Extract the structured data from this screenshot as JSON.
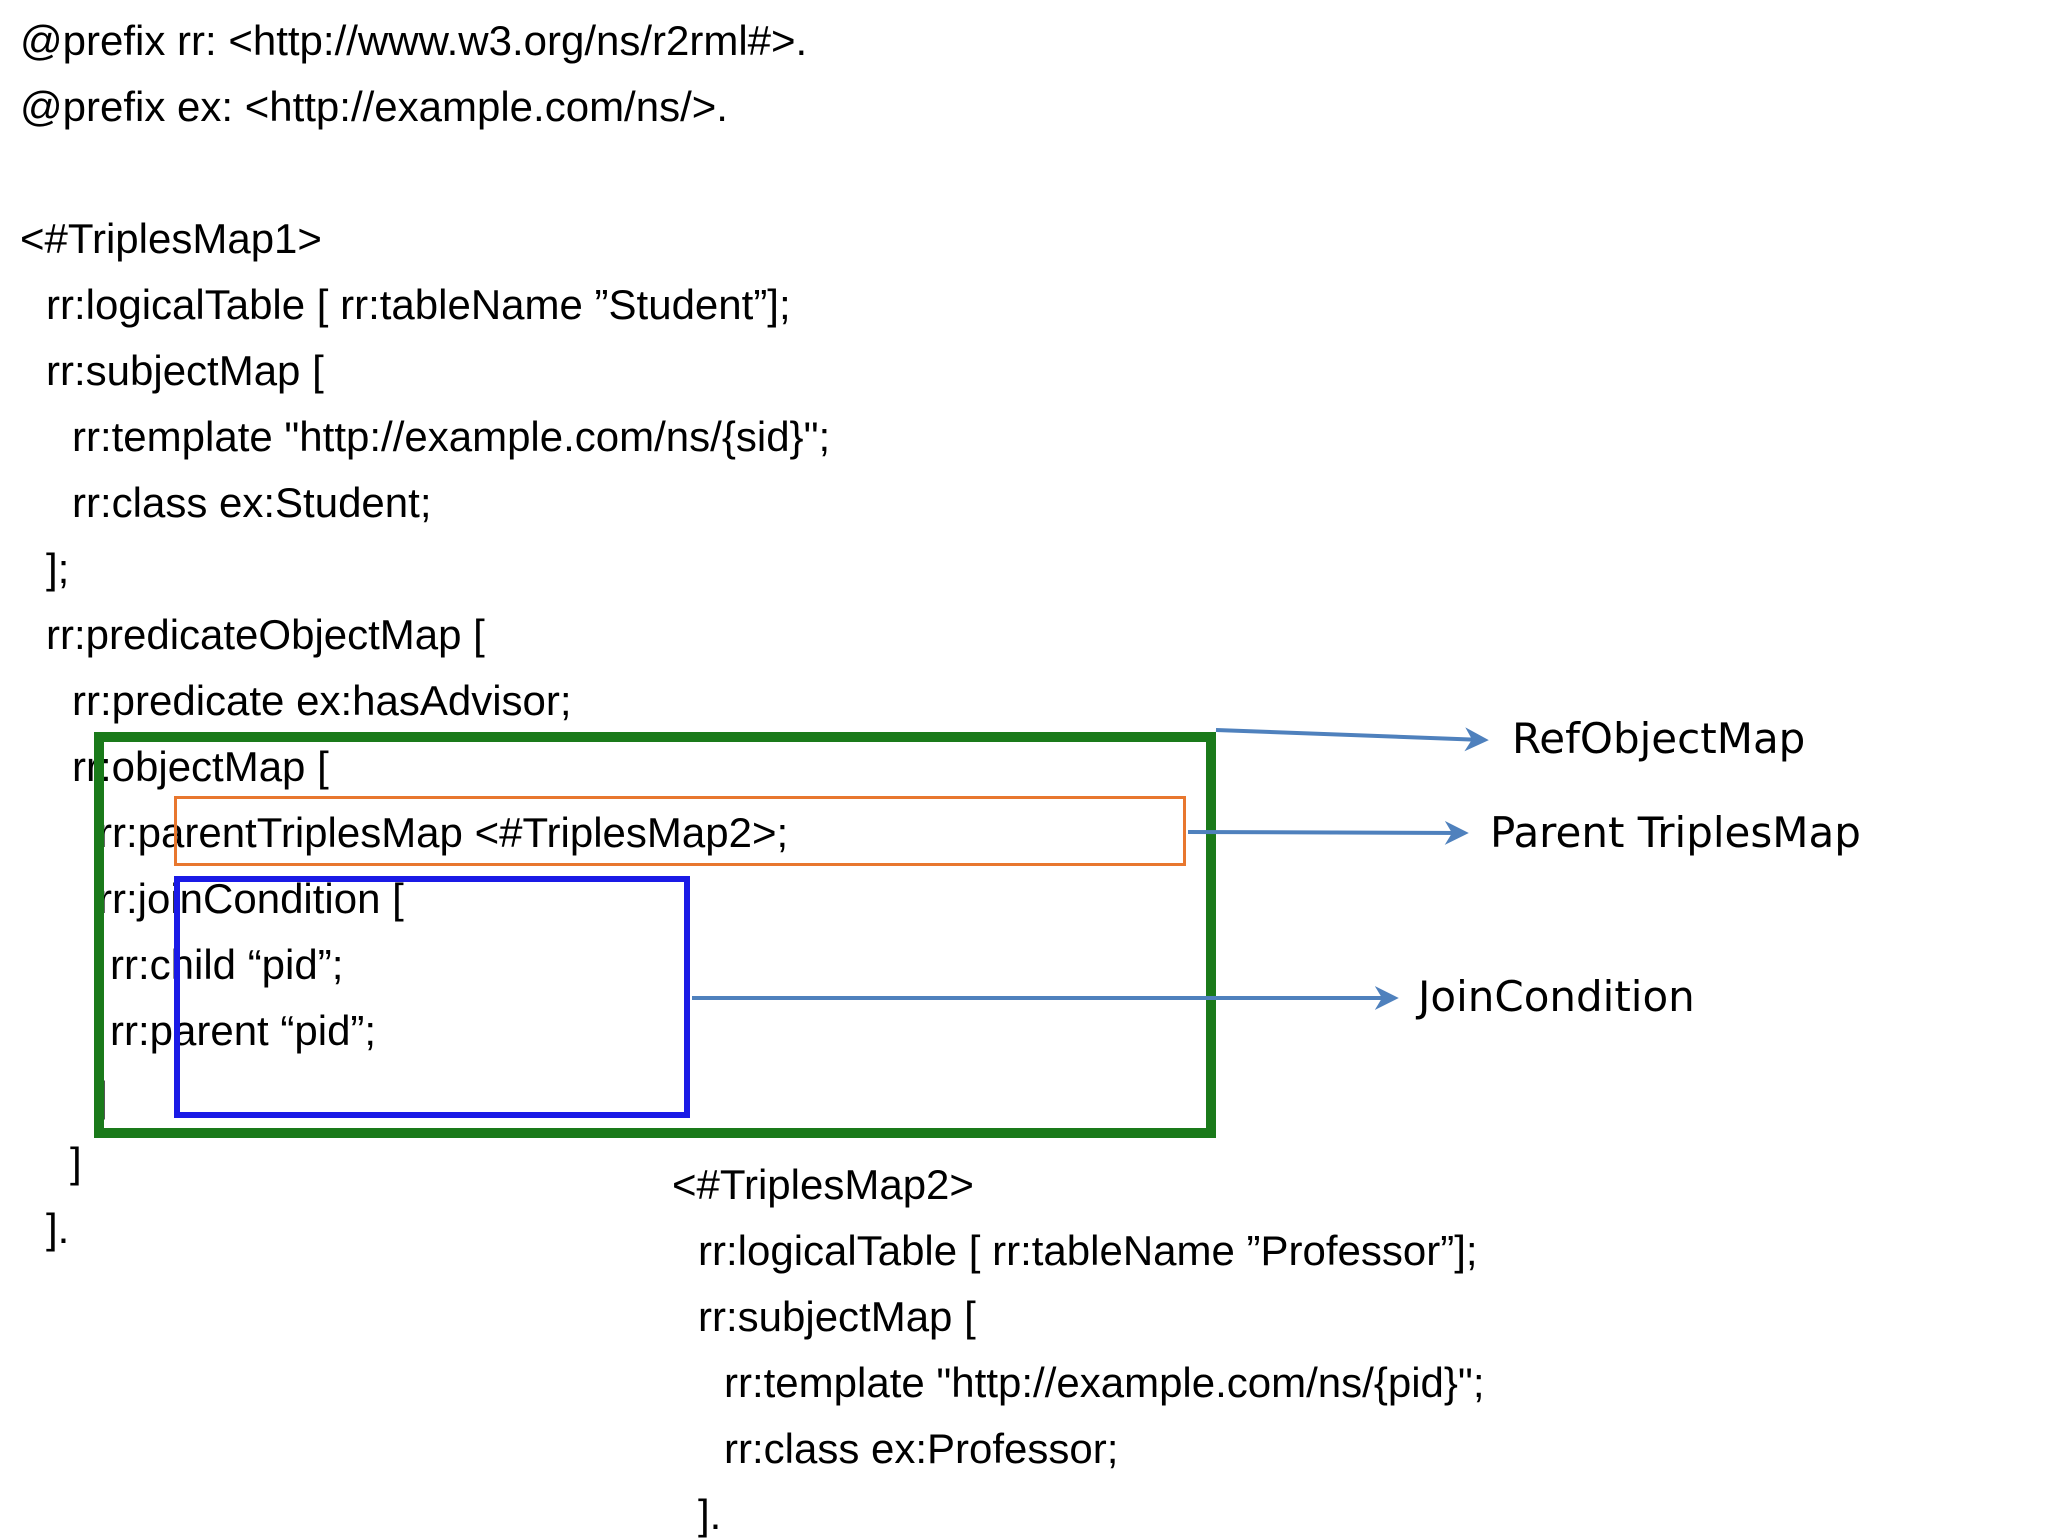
{
  "code_block_1": {
    "lines": [
      "@prefix rr: <http://www.w3.org/ns/r2rml#>.",
      "@prefix ex: <http://example.com/ns/>.",
      "<#TriplesMap1>",
      "rr:logicalTable [ rr:tableName ”Student”];",
      "rr:subjectMap [",
      "rr:template \"http://example.com/ns/{sid}\";",
      "rr:class ex:Student;",
      "];",
      "rr:predicateObjectMap [",
      "rr:predicate ex:hasAdvisor;",
      "rr:objectMap [",
      "rr:parentTriplesMap <#TriplesMap2>;",
      "rr:joinCondition [",
      "rr:child “pid”;",
      "rr:parent “pid”;",
      "]",
      "]",
      "]."
    ]
  },
  "code_block_2": {
    "lines": [
      "<#TriplesMap2>",
      "rr:logicalTable [ rr:tableName ”Professor”];",
      "rr:subjectMap [",
      "rr:template \"http://example.com/ns/{pid}\";",
      "rr:class ex:Professor;",
      "]."
    ]
  },
  "annotations": {
    "ref_object_map": "RefObjectMap",
    "parent_triples_map": "Parent TriplesMap",
    "join_condition": "JoinCondition"
  },
  "colors": {
    "ref_object_map_box": "#1a7a1a",
    "parent_triples_map_box": "#e8772e",
    "join_condition_box": "#1a1ae6",
    "arrow": "#4f81bd"
  }
}
